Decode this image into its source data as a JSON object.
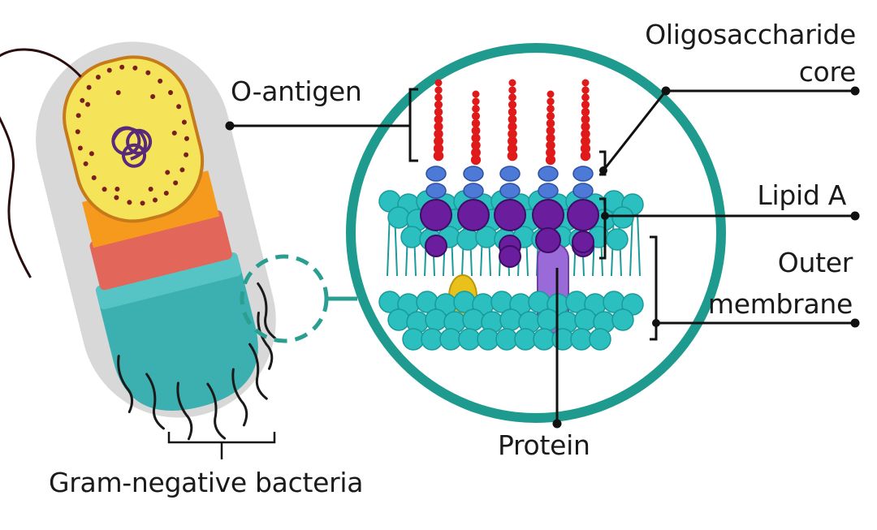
{
  "labels": {
    "o_antigen": "O-antigen",
    "oligo_line1": "Oligosaccharide",
    "oligo_line2": "core",
    "lipid_a": "Lipid A",
    "outer_line1": "Outer",
    "outer_line2": "membrane",
    "protein": "Protein",
    "bacteria": "Gram-negative bacteria"
  },
  "colors": {
    "membrane_teal": "#2bbfbf",
    "membrane_dark": "#1a9a9a",
    "ring_teal": "#1e9a8e",
    "chain_red": "#e01a1a",
    "sugar_blue": "#4d7ad6",
    "lipid_purple": "#6a1e9e",
    "protein_violet": "#9b6ad9",
    "protein_yellow": "#e8c21a",
    "cell_yellow": "#f5e35a",
    "cell_orange": "#f59a1c",
    "cell_salmon": "#e2675a",
    "cell_teal": "#3cb0b0",
    "capsule_gray": "#d8d8d8",
    "leader_black": "#111111"
  },
  "icons": [
    "bacterium-icon",
    "flagellum-icon",
    "membrane-icon"
  ]
}
